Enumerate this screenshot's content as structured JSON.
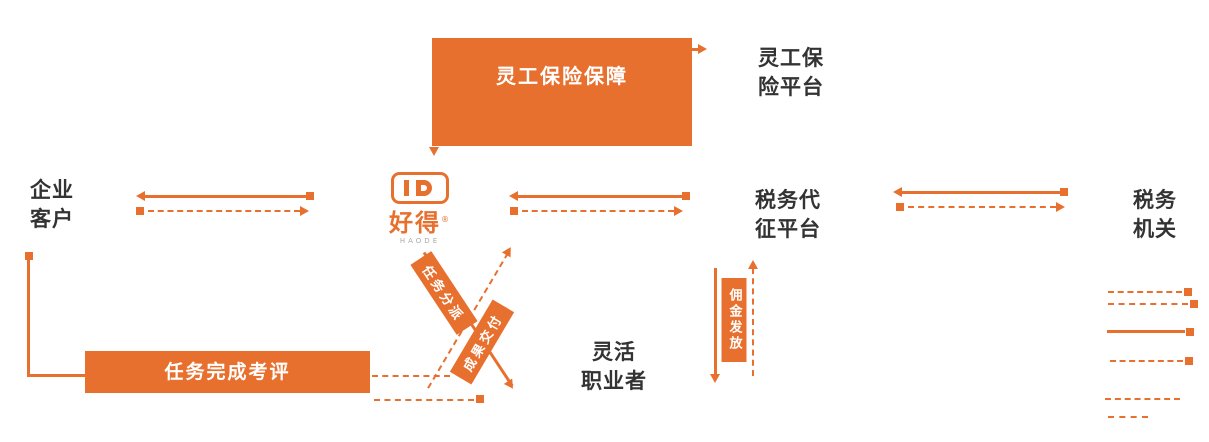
{
  "colors": {
    "accent": "#E8702E"
  },
  "boxes": {
    "insurance_service": {
      "label": "灵工保险保障"
    },
    "task_evaluation": {
      "label": "任务完成考评"
    }
  },
  "nodes": {
    "insurance_platform": {
      "line1": "灵工保",
      "line2": "险平台"
    },
    "enterprise_customer": {
      "line1": "企业",
      "line2": "客户"
    },
    "tax_collection_platform": {
      "line1": "税务代",
      "line2": "征平台"
    },
    "tax_authority": {
      "line1": "税务",
      "line2": "机关"
    },
    "flexible_worker": {
      "line1": "灵活",
      "line2": "职业者"
    }
  },
  "logo": {
    "brand": "好得",
    "mark": "®",
    "caption": "HAODE"
  },
  "edge_labels": {
    "task_dispatch": "任务分派",
    "result_delivery": "成果交付",
    "commission_payment": "佣金发放"
  }
}
